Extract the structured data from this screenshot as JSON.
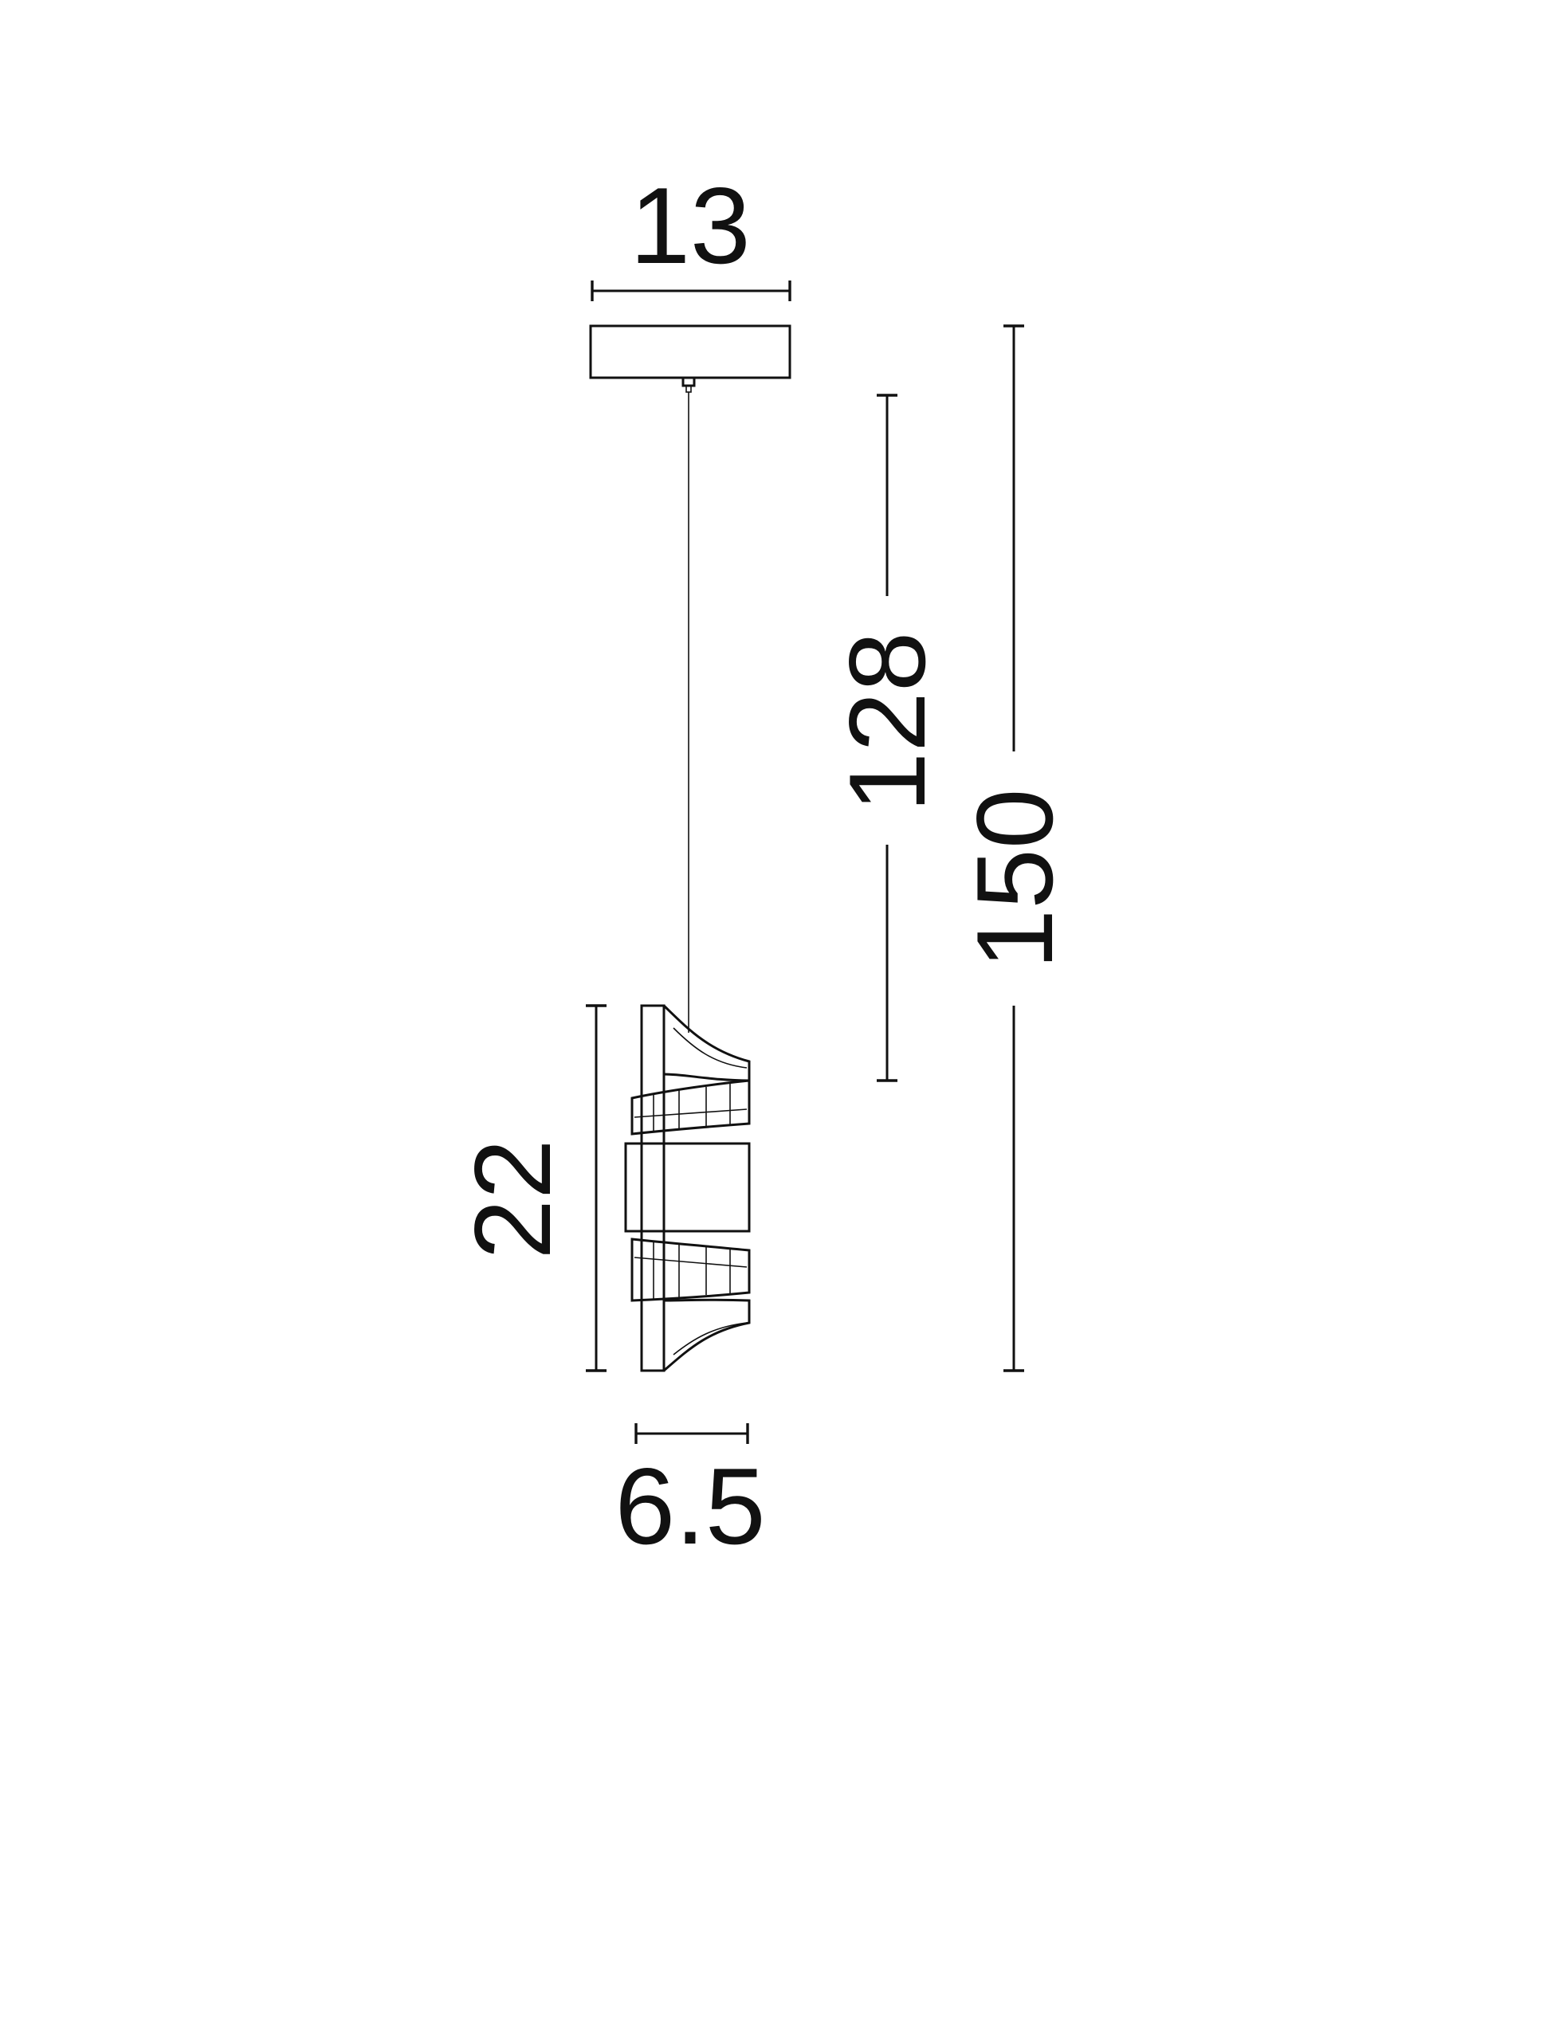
{
  "dimensions": {
    "canopy_width": "13",
    "shade_height": "22",
    "shade_width": "6.5",
    "cable_length": "128",
    "total_height": "150"
  },
  "colors": {
    "line": "#111111",
    "background": "#ffffff"
  }
}
